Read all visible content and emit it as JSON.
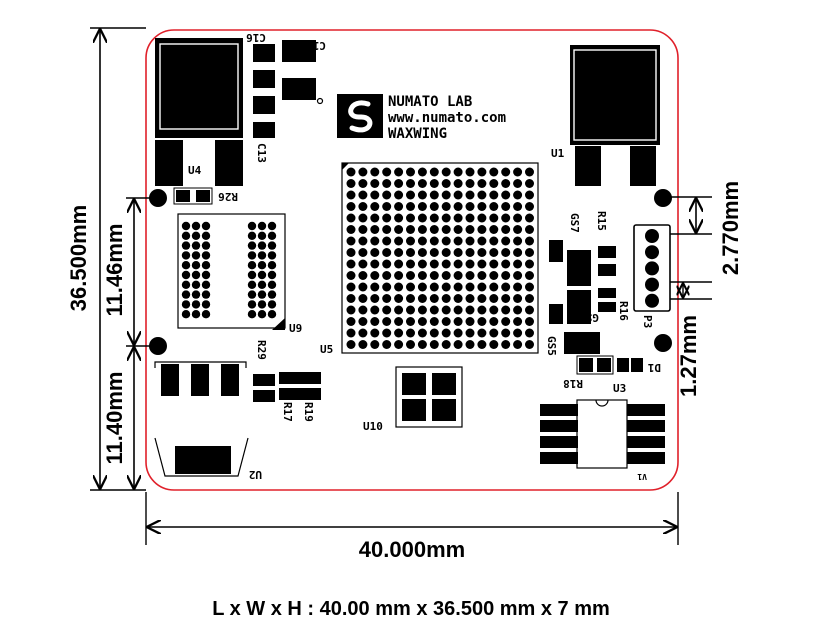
{
  "logo": {
    "line1": "NUMATO LAB",
    "line2": "www.numato.com",
    "line3": "WAXWING"
  },
  "dimensions": {
    "width": "40.000mm",
    "height_total": "36.500mm",
    "height_upper": "11.46mm",
    "height_lower": "11.40mm",
    "connector_span": "2.770mm",
    "pin_pitch": "1.27mm"
  },
  "components": {
    "c1": "C1",
    "c16": "C16",
    "c13": "C13",
    "u4": "U4",
    "u1": "U1",
    "r26": "R26",
    "u9": "U9",
    "u5": "U5",
    "gs7": "GS7",
    "r15": "R15",
    "r16": "R16",
    "gs6": "GS6",
    "gs5": "GS5",
    "p3": "P3",
    "d1": "D1",
    "r18": "R18",
    "u3": "U3",
    "r29": "R29",
    "r17": "R17",
    "r19": "R19",
    "u10": "U10",
    "u2": "U2",
    "v1": "V1"
  },
  "footer": "L x W x H : 40.00 mm x 36.500 mm x 7 mm",
  "colors": {
    "board_outline": "#e0202a",
    "ink": "#000000"
  }
}
